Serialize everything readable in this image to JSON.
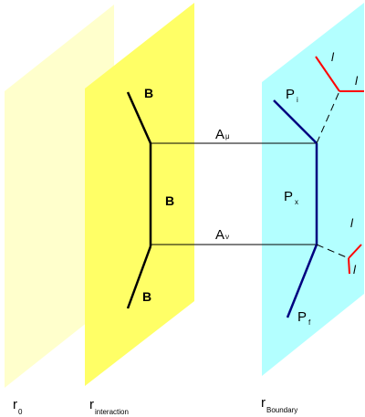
{
  "colors": {
    "plane_r0": "#ffffcc",
    "plane_interaction": "#ffff66",
    "plane_boundary": "#b3ffff",
    "bulk_lines": "#000000",
    "boundary_lines": "#000080",
    "external_lines": "#ff0000"
  },
  "planes": {
    "r0": {
      "base": "r",
      "sub": "0"
    },
    "interaction": {
      "base": "r",
      "sub": "interaction"
    },
    "boundary": {
      "base": "r",
      "sub": "Boundary"
    }
  },
  "bulk_labels": {
    "top": "B",
    "middle": "B",
    "bottom": "B"
  },
  "propagators": {
    "top": {
      "base": "A",
      "sub": "μ"
    },
    "bottom": {
      "base": "A",
      "sub": "ν"
    }
  },
  "boundary_labels": {
    "initial": {
      "base": "P",
      "sub": "i"
    },
    "middle": {
      "base": "P",
      "sub": "x"
    },
    "final": {
      "base": "P",
      "sub": "f"
    }
  },
  "external_labels": {
    "l1": "l",
    "l2": "l",
    "l3": "l",
    "l4": "l"
  }
}
